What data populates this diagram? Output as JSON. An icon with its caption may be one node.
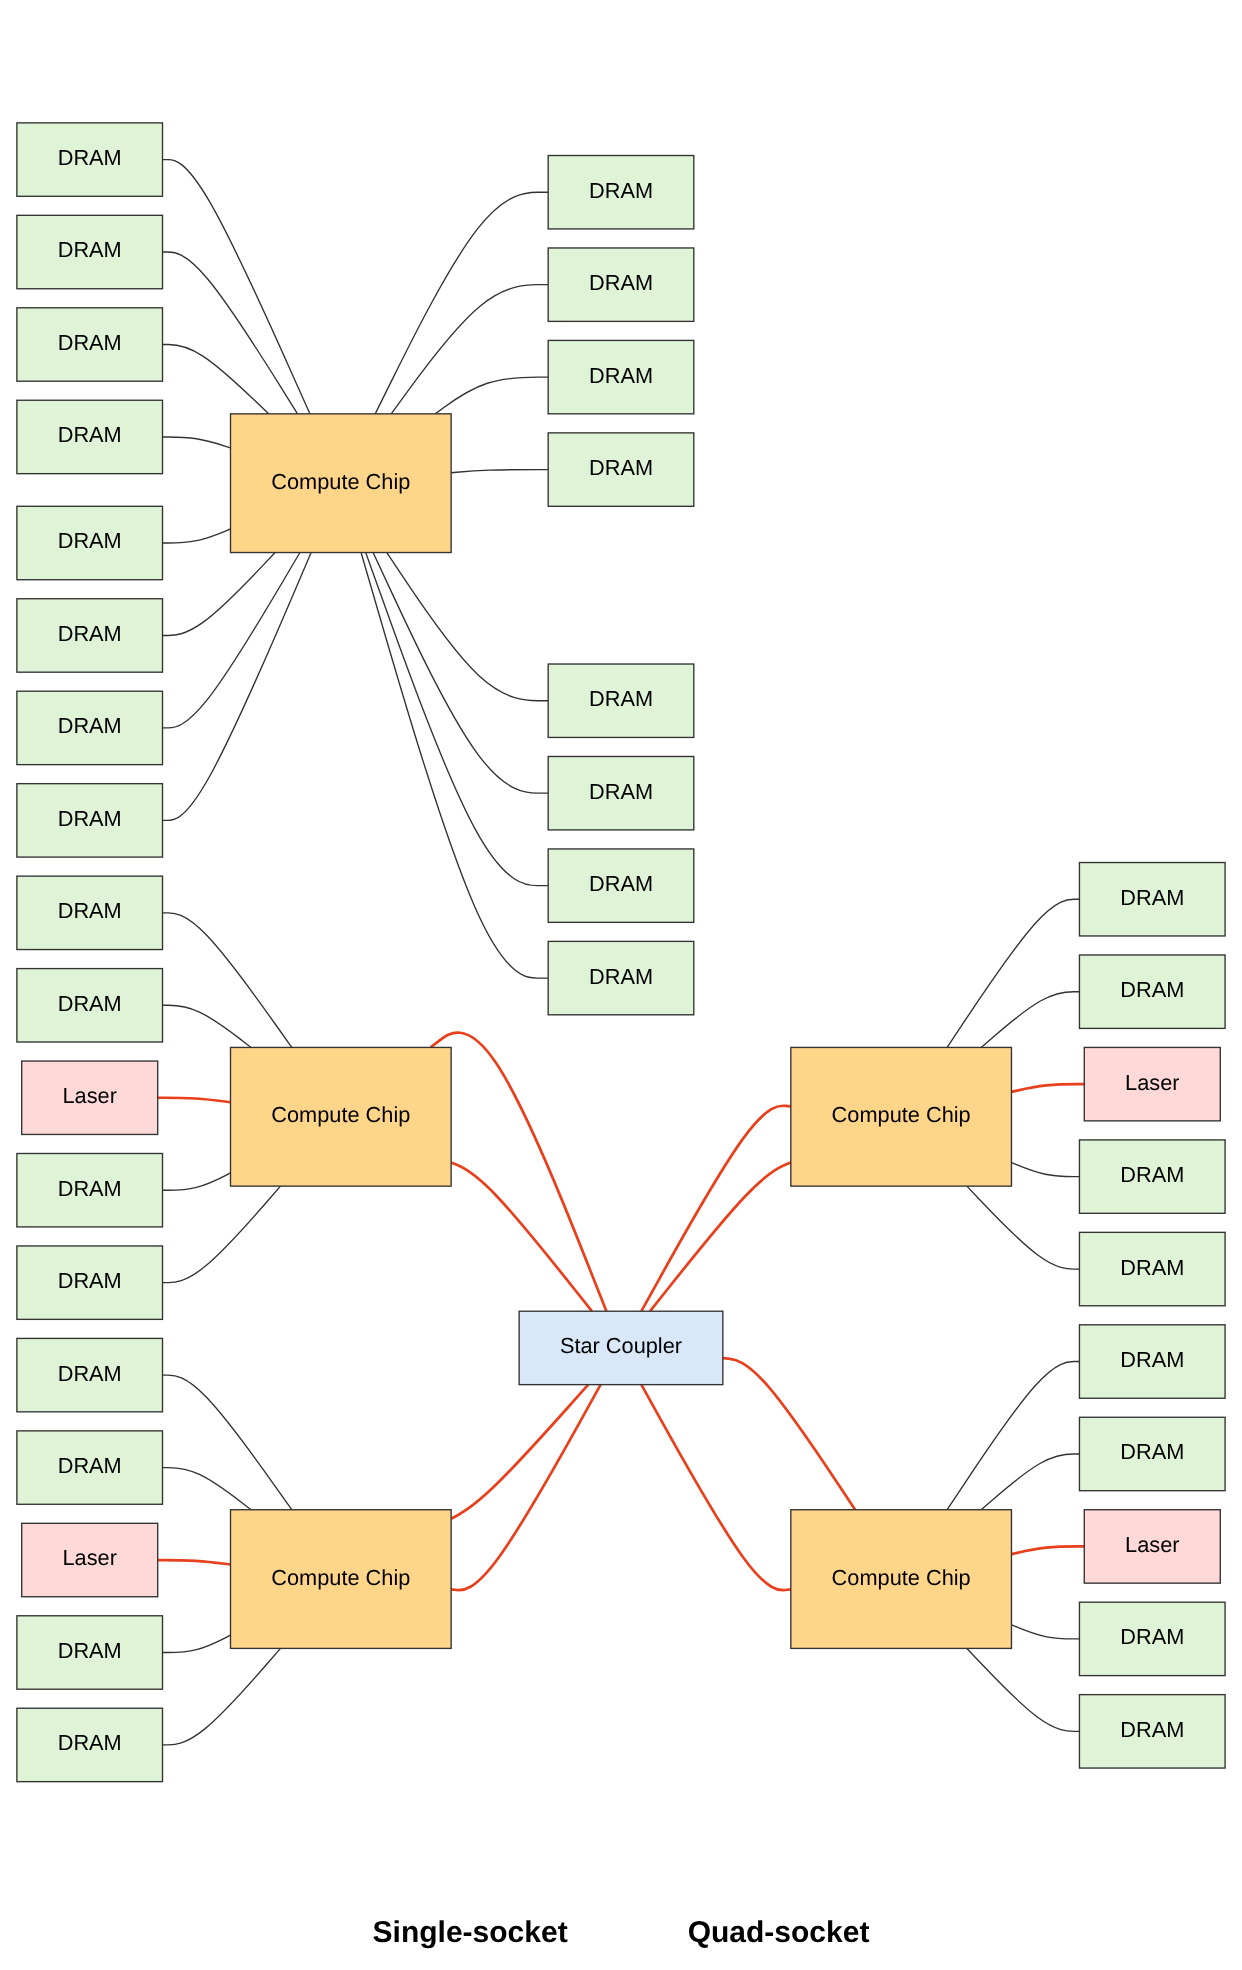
{
  "diagram": {
    "nodes": [
      {
        "text": [
          "DRAM"
        ]
      },
      {
        "text": [
          "DRAM"
        ]
      },
      {
        "text": [
          "DRAM"
        ]
      },
      {
        "text": [
          "DRAM"
        ]
      },
      {
        "text": [
          "DRAM"
        ]
      },
      {
        "text": [
          "DRAM"
        ]
      },
      {
        "text": [
          "DRAM"
        ]
      },
      {
        "text": [
          "DRAM"
        ]
      },
      {
        "text": [
          "Compute Chip"
        ]
      },
      {
        "text": [
          "DRAM"
        ]
      },
      {
        "text": [
          "DRAM"
        ]
      },
      {
        "text": [
          "DRAM"
        ]
      },
      {
        "text": [
          "DRAM"
        ]
      },
      {
        "text": [
          "DRAM"
        ]
      },
      {
        "text": [
          "DRAM"
        ]
      },
      {
        "text": [
          "DRAM"
        ]
      },
      {
        "text": [
          "DRAM"
        ]
      },
      {
        "text": [
          "DRAM"
        ]
      },
      {
        "text": [
          "DRAM"
        ]
      },
      {
        "text": [
          "DRAM"
        ]
      },
      {
        "text": [
          "DRAM"
        ]
      },
      {
        "text": [
          "Laser"
        ]
      },
      {
        "text": [
          "Compute Chip"
        ]
      },
      {
        "text": [
          "Compute Chip"
        ]
      },
      {
        "text": [
          "Laser"
        ]
      },
      {
        "text": [
          "DRAM"
        ]
      },
      {
        "text": [
          "DRAM"
        ]
      },
      {
        "text": [
          "DRAM"
        ]
      },
      {
        "text": [
          "DRAM"
        ]
      },
      {
        "text": [
          "Star Coupler"
        ]
      },
      {
        "text": [
          "DRAM"
        ]
      },
      {
        "text": [
          "DRAM"
        ]
      },
      {
        "text": [
          "DRAM"
        ]
      },
      {
        "text": [
          "DRAM"
        ]
      },
      {
        "text": [
          "Laser"
        ]
      },
      {
        "text": [
          "Compute Chip"
        ]
      },
      {
        "text": [
          "Compute Chip"
        ]
      },
      {
        "text": [
          "Laser"
        ]
      },
      {
        "text": [
          "DRAM"
        ]
      },
      {
        "text": [
          "DRAM"
        ]
      },
      {
        "text": [
          "DRAM"
        ]
      },
      {
        "text": [
          "DRAM"
        ]
      }
    ],
    "edges": [
      {
        "from": 0,
        "to": 8,
        "arrow": "none"
      },
      {
        "from": 1,
        "to": 8,
        "arrow": "none"
      },
      {
        "from": 2,
        "to": 8,
        "arrow": "none"
      },
      {
        "from": 3,
        "to": 8,
        "arrow": "none"
      },
      {
        "from": 4,
        "to": 8,
        "arrow": "none"
      },
      {
        "from": 5,
        "to": 8,
        "arrow": "none"
      },
      {
        "from": 6,
        "to": 8,
        "arrow": "none"
      },
      {
        "from": 7,
        "to": 8,
        "arrow": "none"
      },
      {
        "from": 8,
        "to": 9,
        "arrow": "none"
      },
      {
        "from": 8,
        "to": 10,
        "arrow": "none"
      },
      {
        "from": 8,
        "to": 11,
        "arrow": "none"
      },
      {
        "from": 8,
        "to": 12,
        "arrow": "none"
      },
      {
        "from": 8,
        "to": 13,
        "arrow": "none"
      },
      {
        "from": 8,
        "to": 14,
        "arrow": "none"
      },
      {
        "from": 8,
        "to": 15,
        "arrow": "none"
      },
      {
        "from": 8,
        "to": 16,
        "arrow": "none"
      },
      {
        "from": 17,
        "to": 22,
        "arrow": "none"
      },
      {
        "from": 18,
        "to": 22,
        "arrow": "none"
      },
      {
        "from": 21,
        "to": 22,
        "arrow": "none",
        "color": "#e8401c"
      },
      {
        "from": 25,
        "to": 22,
        "arrow": "none"
      },
      {
        "from": 26,
        "to": 22,
        "arrow": "none"
      },
      {
        "from": 22,
        "to": 29,
        "arrow": "none",
        "color": "#e8401c"
      },
      {
        "from": 22,
        "to": 29,
        "arrow": "none",
        "color": "#e8401c"
      },
      {
        "from": 29,
        "to": 23,
        "arrow": "none",
        "color": "#e8401c"
      },
      {
        "from": 29,
        "to": 23,
        "arrow": "none",
        "color": "#e8401c"
      },
      {
        "from": 23,
        "to": 19,
        "arrow": "none"
      },
      {
        "from": 23,
        "to": 20,
        "arrow": "none"
      },
      {
        "from": 23,
        "to": 24,
        "arrow": "none",
        "color": "#e8401c"
      },
      {
        "from": 23,
        "to": 27,
        "arrow": "none"
      },
      {
        "from": 23,
        "to": 28,
        "arrow": "none"
      },
      {
        "from": 30,
        "to": 35,
        "arrow": "none"
      },
      {
        "from": 31,
        "to": 35,
        "arrow": "none"
      },
      {
        "from": 34,
        "to": 35,
        "arrow": "none",
        "color": "#e8401c"
      },
      {
        "from": 38,
        "to": 35,
        "arrow": "none"
      },
      {
        "from": 39,
        "to": 35,
        "arrow": "none"
      },
      {
        "from": 35,
        "to": 29,
        "arrow": "none",
        "color": "#e8401c"
      },
      {
        "from": 35,
        "to": 29,
        "arrow": "none",
        "color": "#e8401c"
      },
      {
        "from": 29,
        "to": 36,
        "arrow": "none",
        "color": "#e8401c"
      },
      {
        "from": 29,
        "to": 36,
        "arrow": "none",
        "color": "#e8401c"
      },
      {
        "from": 36,
        "to": 32,
        "arrow": "none"
      },
      {
        "from": 36,
        "to": 33,
        "arrow": "none"
      },
      {
        "from": 36,
        "to": 37,
        "arrow": "none",
        "color": "#e8401c"
      },
      {
        "from": 36,
        "to": 40,
        "arrow": "none"
      },
      {
        "from": 36,
        "to": 41,
        "arrow": "none"
      }
    ],
    "labels": [
      "Single-socket",
      "Quad-socket"
    ]
  }
}
